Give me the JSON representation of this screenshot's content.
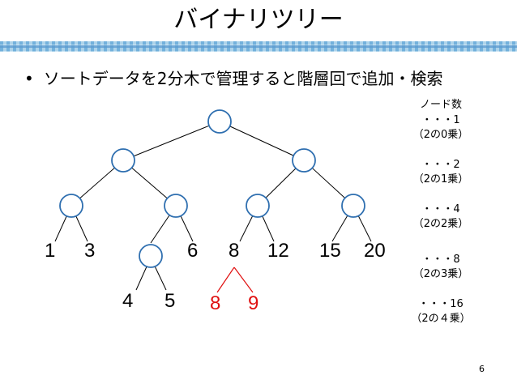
{
  "slide": {
    "title": "バイナリツリー",
    "bullet_marker": "•",
    "bullet_text": "ソートデータを2分木で管理すると階層回で追加・検索",
    "page_number": "6"
  },
  "tree": {
    "leaf_labels": {
      "l1": "1",
      "l3": "3",
      "l6": "6",
      "l8": "8",
      "l12": "12",
      "l15": "15",
      "l20": "20",
      "l4": "4",
      "l5": "5",
      "l8r": "8",
      "l9": "9"
    },
    "highlight_color": "#e01010",
    "node_stroke": "#2f6fb0"
  },
  "node_counts": {
    "header": "ノード数",
    "levels": [
      {
        "count": "・・・1",
        "power": "（2の0乗）"
      },
      {
        "count": "・・・2",
        "power": "（2の1乗）"
      },
      {
        "count": "・・・4",
        "power": "（2の2乗）"
      },
      {
        "count": "・・・8",
        "power": "（2の3乗）"
      },
      {
        "count": "・・・16",
        "power": "（2の４乗）"
      }
    ]
  }
}
